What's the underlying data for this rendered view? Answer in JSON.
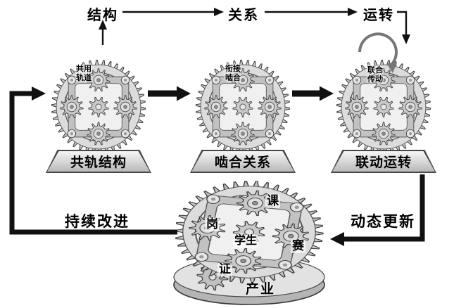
{
  "top_flow": {
    "steps": [
      "结构",
      "关系",
      "运转"
    ]
  },
  "stages": [
    {
      "gear_label": "共用\n轨道",
      "base_label": "共轨结构"
    },
    {
      "gear_label": "衔接\n啮合",
      "base_label": "啮合关系"
    },
    {
      "gear_label": "联合\n传动",
      "base_label": "联动运转"
    }
  ],
  "loops": {
    "left": "持续改进",
    "right": "动态更新"
  },
  "core": {
    "top": "课",
    "left": "岗",
    "center": "学生",
    "right": "赛",
    "bottom": "证",
    "base": "产业"
  },
  "colors": {
    "arrow": "#111111",
    "metal_light": "#e8e8e8",
    "metal_dark": "#9a9a9a"
  }
}
